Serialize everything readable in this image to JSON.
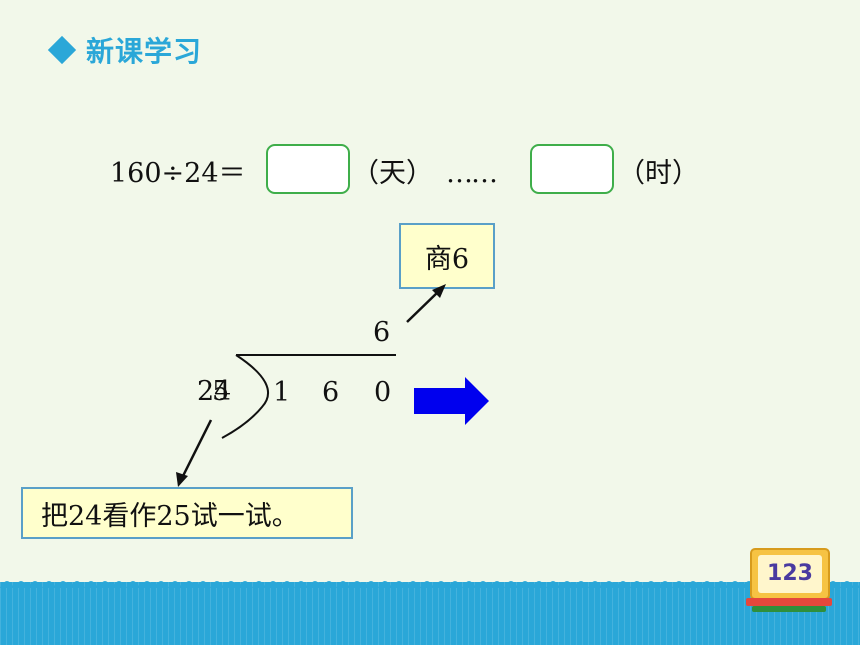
{
  "header": {
    "title": "新课学习"
  },
  "equation": {
    "left": "160÷24＝",
    "unit_day": "（天）",
    "ellipsis": "……",
    "unit_hour": "（时）"
  },
  "quotient_callout": {
    "text": "商6"
  },
  "hint_callout": {
    "text": "把24看作25试一试。"
  },
  "division": {
    "quotient_digit": "6",
    "divisor": "24",
    "divisor_overlay": "5",
    "dividend_digits": [
      "1",
      "6",
      "0"
    ]
  },
  "colors": {
    "accent": "#2aa7d8",
    "box_border": "#3fae4a",
    "callout_bg": "#ffffcc",
    "arrow": "#0000ee"
  },
  "page_badge": {
    "number": "123"
  },
  "icons": [
    "diamond-bullet-icon",
    "right-arrow-icon",
    "pointer-arrow-icon",
    "book-icon"
  ]
}
